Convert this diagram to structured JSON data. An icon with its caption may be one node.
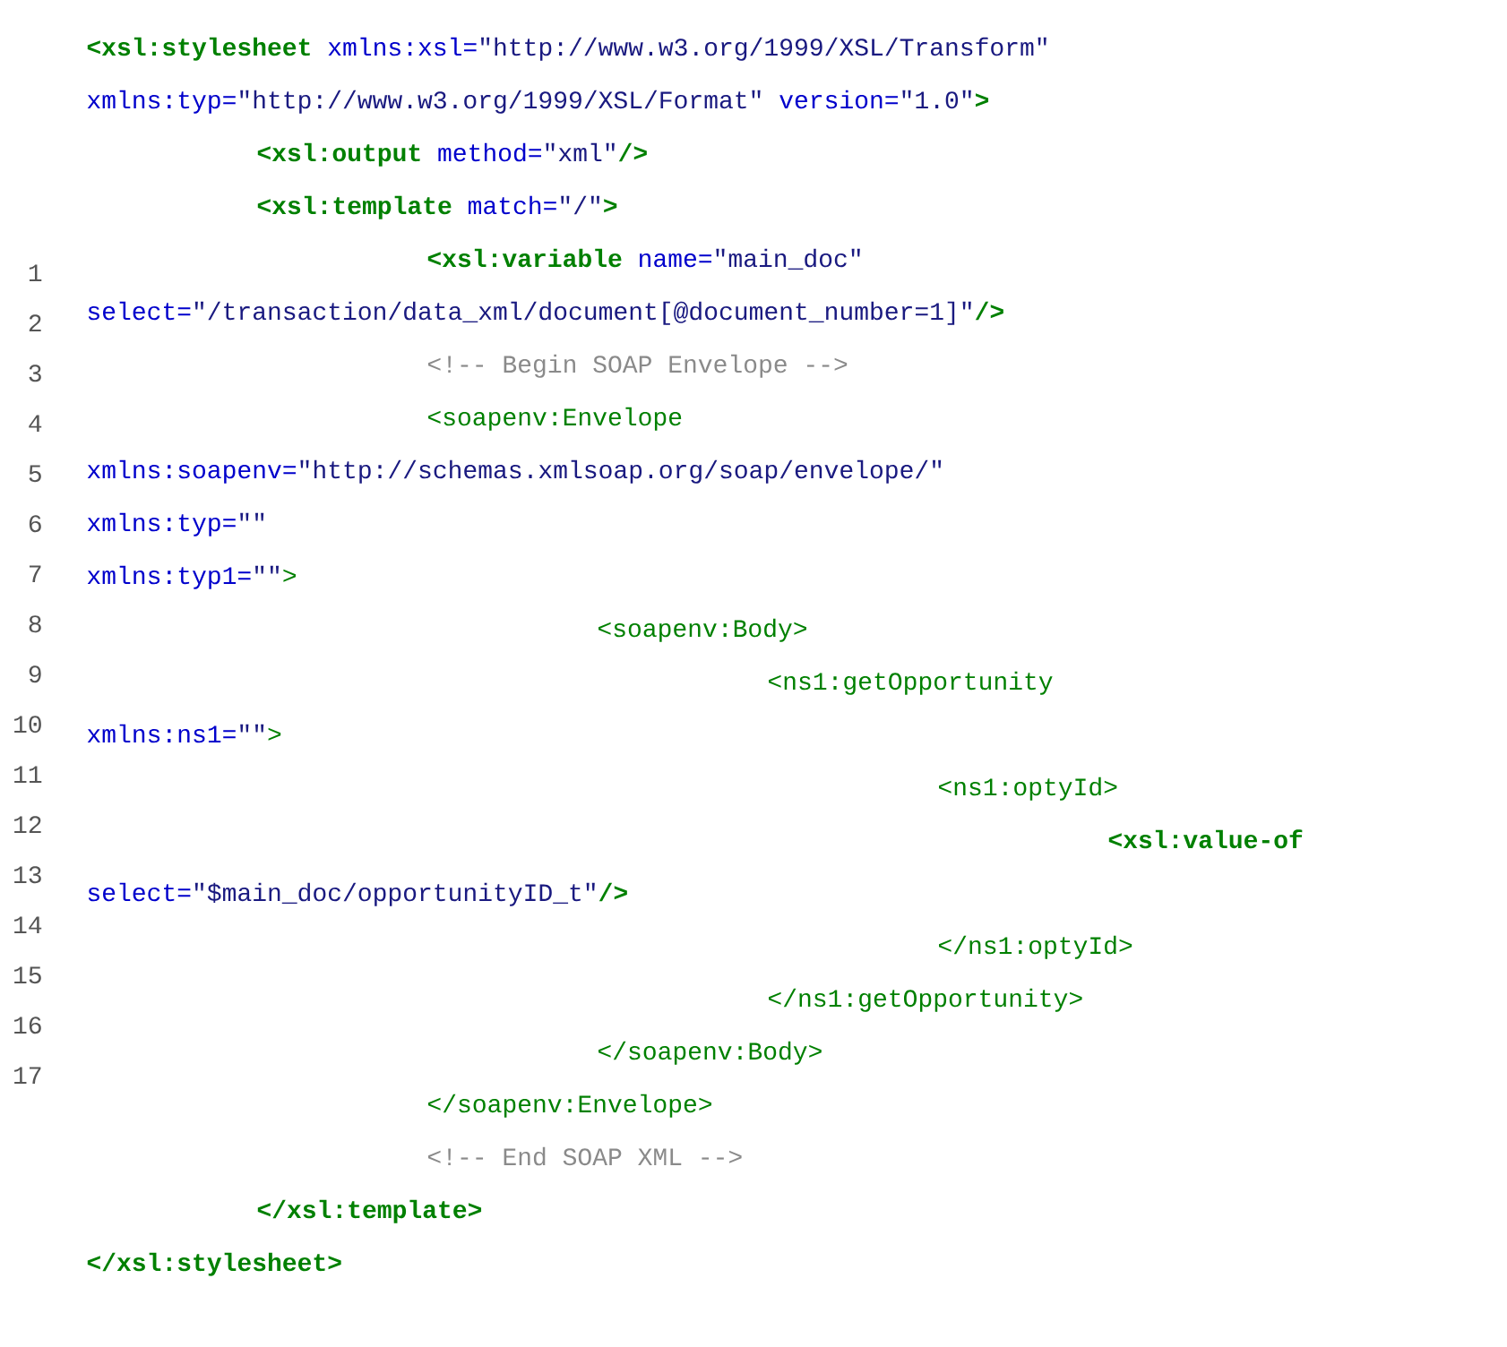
{
  "diagram": {
    "labels": [
      "1",
      "2",
      "3",
      "4",
      "5",
      "6",
      "7",
      "8",
      "9",
      "10",
      "11",
      "12",
      "13",
      "14",
      "15",
      "16",
      "17",
      "<xsl:stylesheet",
      "xmlns:xsl=",
      "\"http://www.w3.org/1999/XSL/Transform\"",
      "xmlns:typ=",
      "\"http://www.w3.org/1999/XSL/Format\"",
      "version=",
      "\"1.0\"",
      ">",
      "<xsl:output",
      "method=",
      "\"xml\"",
      "/>",
      "<xsl:template",
      "match=",
      "\"/\"",
      ">",
      "<xsl:variable",
      "name=",
      "\"main_doc\"",
      "select=",
      "\"/transaction/data_xml/document[@document_number=1]\"",
      "/>",
      "<!-- Begin SOAP Envelope -->",
      "<soapenv:Envelope",
      "xmlns:soapenv=",
      "\"http://schemas.xmlsoap.org/soap/envelope/\"",
      "xmlns:typ=",
      "\"\"",
      "xmlns:typ1=",
      "\"\"",
      ">",
      "<soapenv:Body>",
      "<ns1:getOpportunity",
      "xmlns:ns1=",
      "\"\"",
      ">",
      "<ns1:optyId>",
      "<xsl:value-of",
      "select=",
      "\"$main_doc/opportunityID_t\"",
      "/>",
      "</ns1:optyId>",
      "</ns1:getOpportunity>",
      "</soapenv:Body>",
      "</soapenv:Envelope>",
      "<!-- End SOAP XML -->",
      "</xsl:template>",
      "</xsl:stylesheet>"
    ]
  }
}
